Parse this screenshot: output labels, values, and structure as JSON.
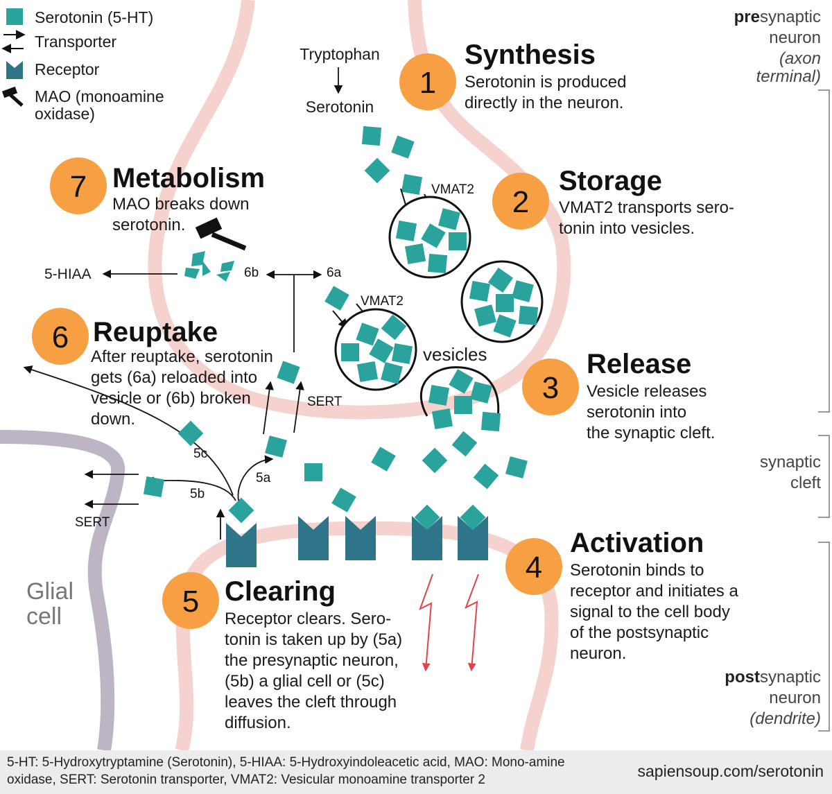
{
  "legend": {
    "serotonin": "Serotonin (5-HT)",
    "transporter": "Transporter",
    "receptor": "Receptor",
    "mao_line1": "MAO (monoamine",
    "mao_line2": "oxidase)"
  },
  "synthesis": {
    "number": "1",
    "title": "Synthesis",
    "line1": "Serotonin is produced",
    "line2": "directly in the neuron.",
    "precursor": "Tryptophan",
    "product": "Serotonin"
  },
  "storage": {
    "number": "2",
    "title": "Storage",
    "line1": "VMAT2 transports sero-",
    "line2": "tonin into vesicles.",
    "vmat_label": "VMAT2"
  },
  "release": {
    "number": "3",
    "title": "Release",
    "line1": "Vesicle releases",
    "line2": "serotonin into",
    "line3": "the synaptic cleft.",
    "vesicles_label": "vesicles"
  },
  "activation": {
    "number": "4",
    "title": "Activation",
    "line1": "Serotonin binds to",
    "line2": "receptor and initiates a",
    "line3": "signal to the cell body",
    "line4": "of the postsynaptic",
    "line5": "neuron."
  },
  "clearing": {
    "number": "5",
    "title": "Clearing",
    "line1": "Receptor clears. Sero-",
    "line2": "tonin is taken up by (5a)",
    "line3": "the presynaptic neuron,",
    "line4": "(5b) a glial cell or (5c)",
    "line5": "leaves the cleft through",
    "line6": "diffusion.",
    "label_5a": "5a",
    "label_5b": "5b",
    "label_5c": "5c",
    "sert_lower": "SERT"
  },
  "reuptake": {
    "number": "6",
    "title": "Reuptake",
    "line1": "After reuptake, serotonin",
    "line2": "gets (6a) reloaded into",
    "line3": "vesicle or (6b) broken",
    "line4": "down.",
    "label_6a": "6a",
    "label_6b": "6b",
    "sert_upper": "SERT",
    "vmat_label": "VMAT2"
  },
  "metabolism": {
    "number": "7",
    "title": "Metabolism",
    "line1": "MAO breaks down",
    "line2": "serotonin.",
    "product": "5-HIAA"
  },
  "sides": {
    "pre_bold": "pre",
    "pre_rest": "synaptic",
    "pre_line2": "neuron",
    "pre_line3": "(axon",
    "pre_line4": "terminal)",
    "cleft_line1": "synaptic",
    "cleft_line2": "cleft",
    "post_bold": "post",
    "post_rest": "synaptic",
    "post_line2": "neuron",
    "post_line3": "(dendrite)"
  },
  "glial": {
    "line1": "Glial",
    "line2": "cell"
  },
  "footer": {
    "note": "5-HT: 5-Hydroxytryptamine (Serotonin), 5-HIAA: 5-Hydroxyindoleacetic acid, MAO: Mono-amine oxidase, SERT: Serotonin transporter, VMAT2: Vesicular monoamine transporter 2",
    "url": "sapiensoup.com/serotonin"
  },
  "colors": {
    "serotonin": "#2aa39d",
    "receptor": "#2f7589",
    "membrane": "#f5d2cd",
    "glial": "#bdb5c3",
    "step_circle": "#f7a043",
    "signal": "#e0444a",
    "bracket": "#999999"
  },
  "icons": {
    "mao": "hammer-icon",
    "signal": "lightning-icon"
  }
}
